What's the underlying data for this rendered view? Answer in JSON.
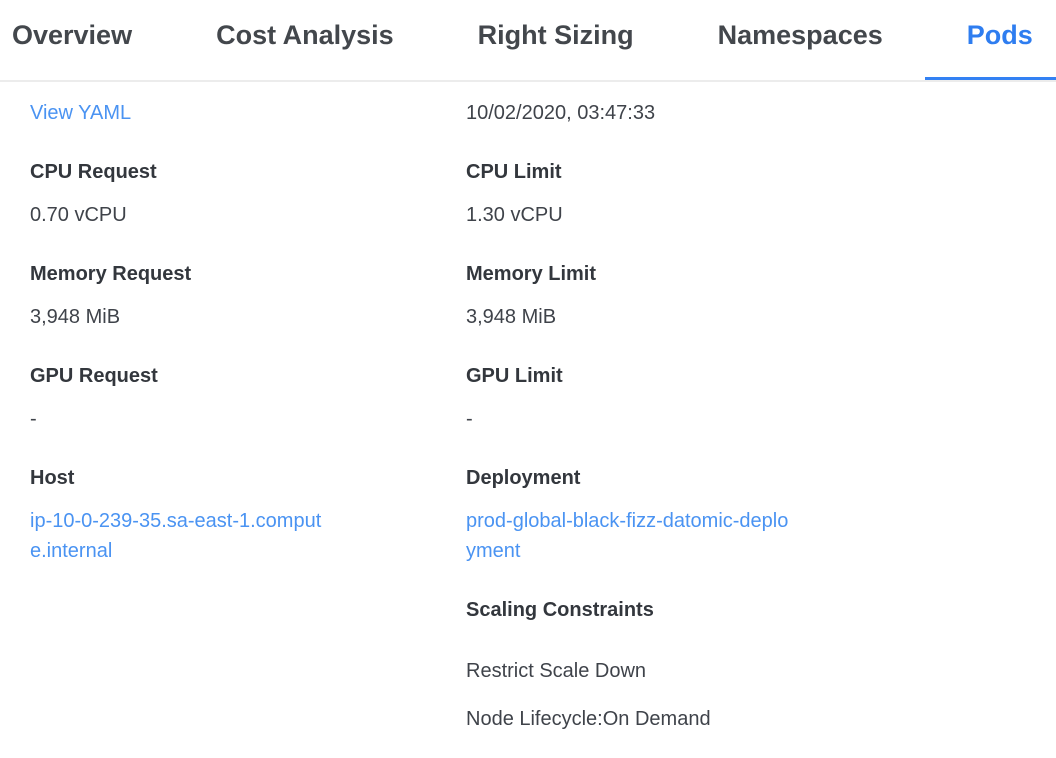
{
  "tabs": [
    {
      "label": "Overview",
      "active": false
    },
    {
      "label": "Cost Analysis",
      "active": false
    },
    {
      "label": "Right Sizing",
      "active": false
    },
    {
      "label": "Namespaces",
      "active": false
    },
    {
      "label": "Pods",
      "active": true
    }
  ],
  "panel": {
    "view_yaml_label": "View YAML",
    "last_updated": "10/02/2020, 03:47:33",
    "cpu_request": {
      "label": "CPU Request",
      "value": "0.70 vCPU"
    },
    "cpu_limit": {
      "label": "CPU Limit",
      "value": "1.30 vCPU"
    },
    "memory_request": {
      "label": "Memory Request",
      "value": "3,948 MiB"
    },
    "memory_limit": {
      "label": "Memory Limit",
      "value": "3,948 MiB"
    },
    "gpu_request": {
      "label": "GPU Request",
      "value": "-"
    },
    "gpu_limit": {
      "label": "GPU Limit",
      "value": "-"
    },
    "host": {
      "label": "Host",
      "value": "ip-10-0-239-35.sa-east-1.compute.internal"
    },
    "deployment": {
      "label": "Deployment",
      "value": "prod-global-black-fizz-datomic-deployment"
    },
    "scaling_constraints": {
      "label": "Scaling Constraints",
      "items": [
        "Restrict Scale Down",
        "Node Lifecycle:On Demand"
      ]
    }
  },
  "colors": {
    "active_tab_blue": "#2e7df0",
    "tab_underline_blue": "#3381f3",
    "link_blue": "#4a93f2",
    "tab_text": "#43474c",
    "label_text": "#33373d",
    "value_text": "#3f434a",
    "divider": "#ececec",
    "background": "#ffffff"
  }
}
